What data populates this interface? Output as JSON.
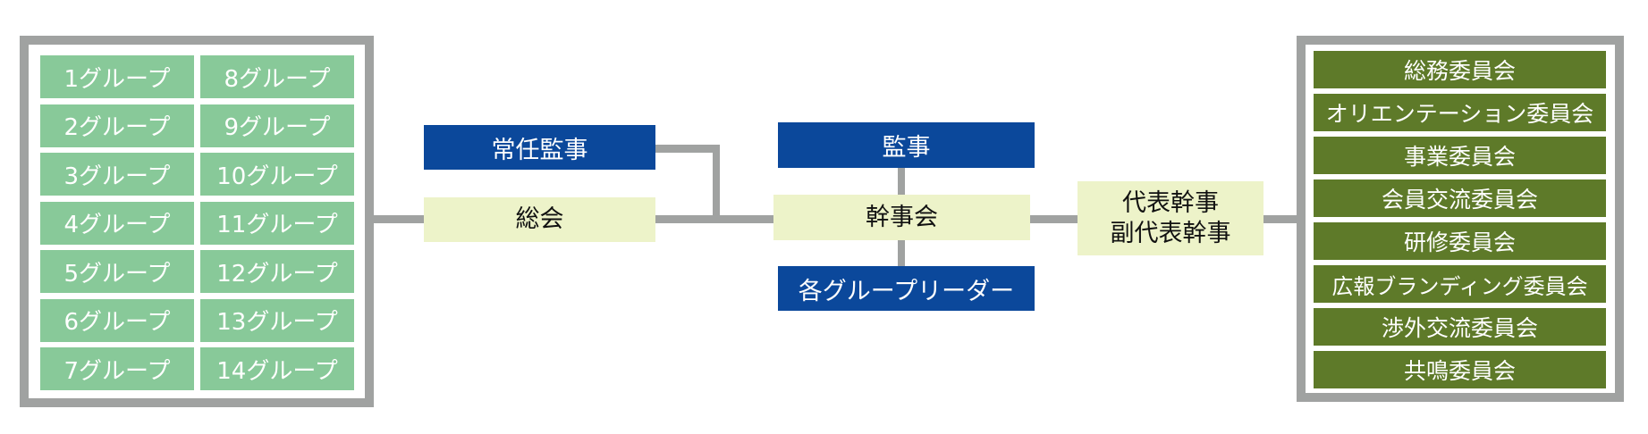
{
  "diagram": {
    "title": "organization-chart",
    "groups_box": {
      "items": [
        "1グループ",
        "8グループ",
        "2グループ",
        "9グループ",
        "3グループ",
        "10グループ",
        "4グループ",
        "11グループ",
        "5グループ",
        "12グループ",
        "6グループ",
        "13グループ",
        "7グループ",
        "14グループ"
      ]
    },
    "general_assembly": "総会",
    "standing_auditor": "常任監事",
    "auditor": "監事",
    "secretariat_council": "幹事会",
    "group_leaders": "各グループリーダー",
    "representatives": {
      "line1": "代表幹事",
      "line2": "副代表幹事"
    },
    "committees_box": {
      "items": [
        "総務委員会",
        "オリエンテーション委員会",
        "事業委員会",
        "会員交流委員会",
        "研修委員会",
        "広報ブランディング委員会",
        "渉外交流委員会",
        "共鳴委員会"
      ]
    },
    "colors": {
      "group_green": "#88c999",
      "committee_olive": "#5e7a29",
      "navy": "#0b489b",
      "cream": "#edf3c9",
      "connector_gray": "#a0a2a1"
    }
  }
}
